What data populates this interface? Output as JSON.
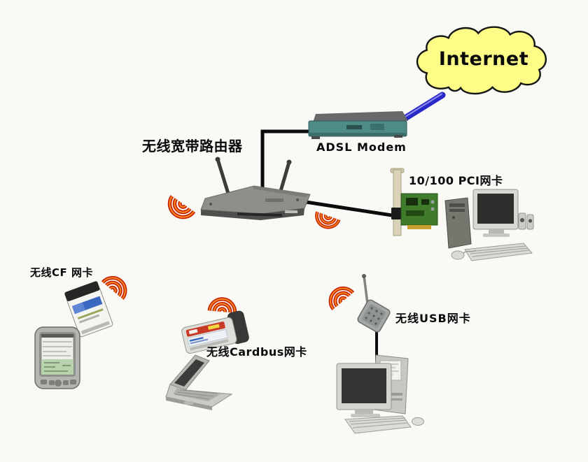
{
  "labels": {
    "internet": "Internet",
    "modem": "ADSL Modem",
    "router": "无线宽带路由器",
    "pci_card": "10/100 PCI网卡",
    "cf_card": "无线CF 网卡",
    "cardbus_card": "无线Cardbus网卡",
    "usb_card": "无线USB网卡"
  },
  "colors": {
    "background": "#f9f9f6",
    "cloud_fill": "#fcfc86",
    "cloud_stroke": "#161616",
    "link_blue": "#2929c8",
    "link_black": "#0c0c0c",
    "wifi_red": "#c22000",
    "wifi_orange": "#ff8822",
    "label_color": "#0a0a0a"
  },
  "topology": {
    "nodes": [
      {
        "id": "internet",
        "type": "cloud"
      },
      {
        "id": "adsl-modem",
        "type": "modem"
      },
      {
        "id": "wireless-router",
        "type": "wireless-broadband-router"
      },
      {
        "id": "pci-adapter",
        "type": "10-100-pci-network-card",
        "attached_to": "desktop-pc-right"
      },
      {
        "id": "cf-adapter",
        "type": "wireless-cf-card",
        "attached_to": "pda"
      },
      {
        "id": "cardbus-adapter",
        "type": "wireless-cardbus-card",
        "attached_to": "laptop"
      },
      {
        "id": "usb-adapter",
        "type": "wireless-usb-card",
        "attached_to": "desktop-pc-bottom"
      }
    ],
    "links": [
      {
        "from": "internet",
        "to": "adsl-modem",
        "medium": "wired",
        "color": "blue"
      },
      {
        "from": "adsl-modem",
        "to": "wireless-router",
        "medium": "wired",
        "color": "black"
      },
      {
        "from": "wireless-router",
        "to": "pci-adapter",
        "medium": "wired",
        "color": "black"
      },
      {
        "from": "usb-adapter",
        "to": "desktop-pc-bottom",
        "medium": "wired",
        "color": "black"
      },
      {
        "from": "wireless-router",
        "to": "cf-adapter",
        "medium": "wireless"
      },
      {
        "from": "wireless-router",
        "to": "cardbus-adapter",
        "medium": "wireless"
      },
      {
        "from": "wireless-router",
        "to": "usb-adapter",
        "medium": "wireless"
      }
    ],
    "wifi_signal_count": 5
  }
}
